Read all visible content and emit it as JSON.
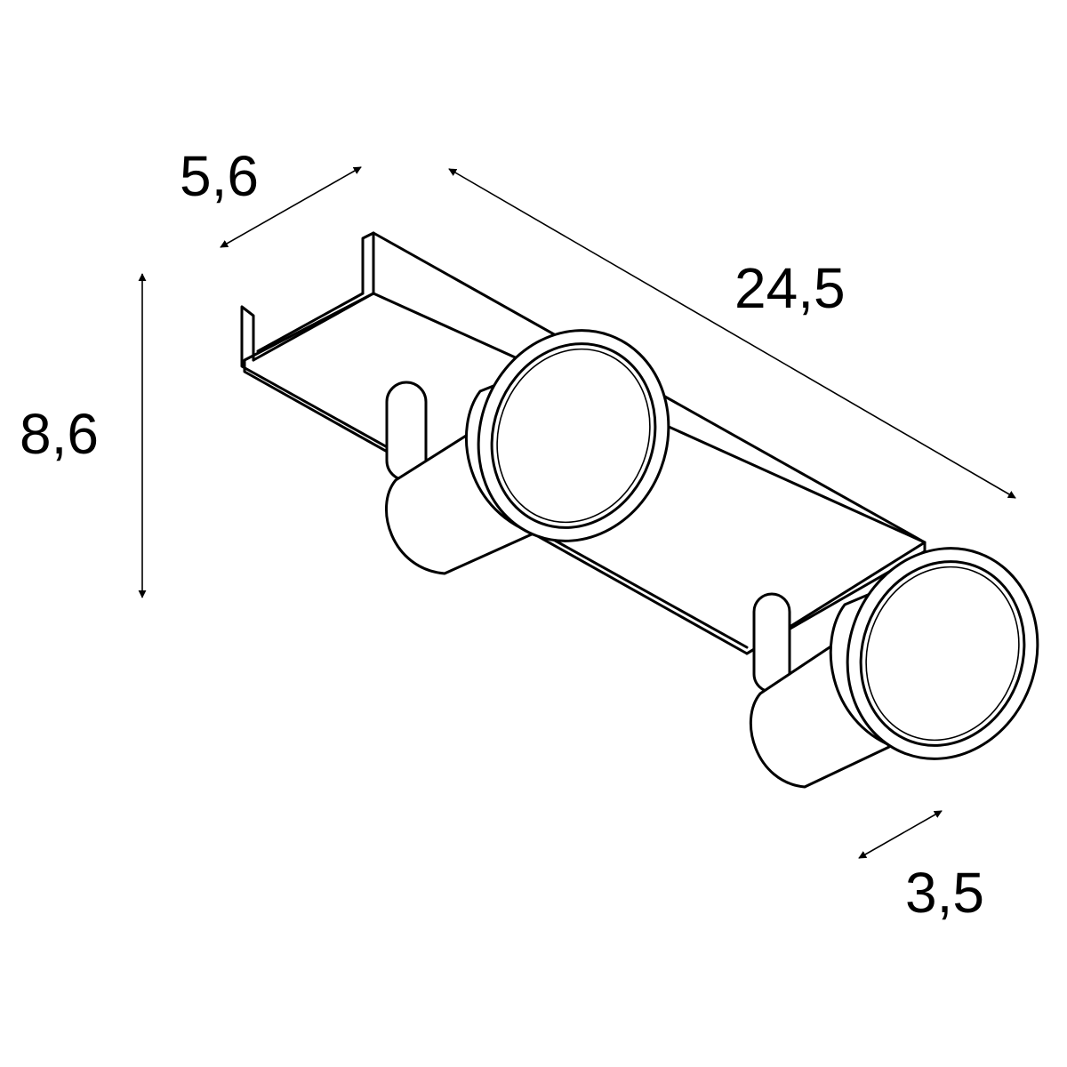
{
  "title": "Dimension drawing of twin spotlight fixture",
  "dimensions": {
    "depth": "5,6",
    "length": "24,5",
    "height": "8,6",
    "head_depth": "3,5"
  },
  "unit_note": ""
}
